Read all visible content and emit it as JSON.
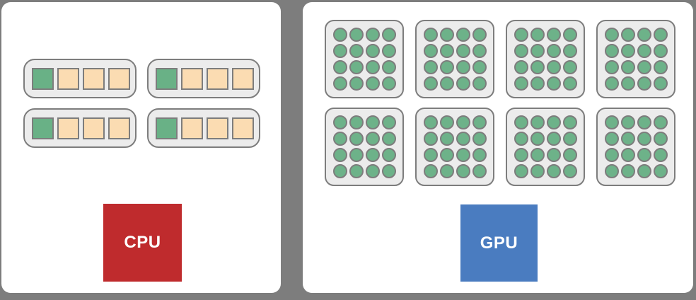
{
  "colors": {
    "background": "#7d7d7d",
    "panel": "#ffffff",
    "container_fill": "#ececec",
    "outline": "#7d7d7d",
    "control_unit": "#69b186",
    "alu_unit": "#fbdcb2",
    "gpu_core": "#6db289",
    "cpu_chip": "#bf2b2d",
    "gpu_chip": "#4a7cc0",
    "label_text": "#ffffff"
  },
  "cpu_panel": {
    "chip_label": "CPU",
    "core_groups": [
      {
        "units": [
          "control",
          "alu",
          "alu",
          "alu"
        ]
      },
      {
        "units": [
          "control",
          "alu",
          "alu",
          "alu"
        ]
      },
      {
        "units": [
          "control",
          "alu",
          "alu",
          "alu"
        ]
      },
      {
        "units": [
          "control",
          "alu",
          "alu",
          "alu"
        ]
      }
    ]
  },
  "gpu_panel": {
    "chip_label": "GPU",
    "blocks": [
      {
        "rows": 4,
        "cols": 4
      },
      {
        "rows": 4,
        "cols": 4
      },
      {
        "rows": 4,
        "cols": 4
      },
      {
        "rows": 4,
        "cols": 4
      },
      {
        "rows": 4,
        "cols": 4
      },
      {
        "rows": 4,
        "cols": 4
      },
      {
        "rows": 4,
        "cols": 4
      },
      {
        "rows": 4,
        "cols": 4
      }
    ]
  }
}
